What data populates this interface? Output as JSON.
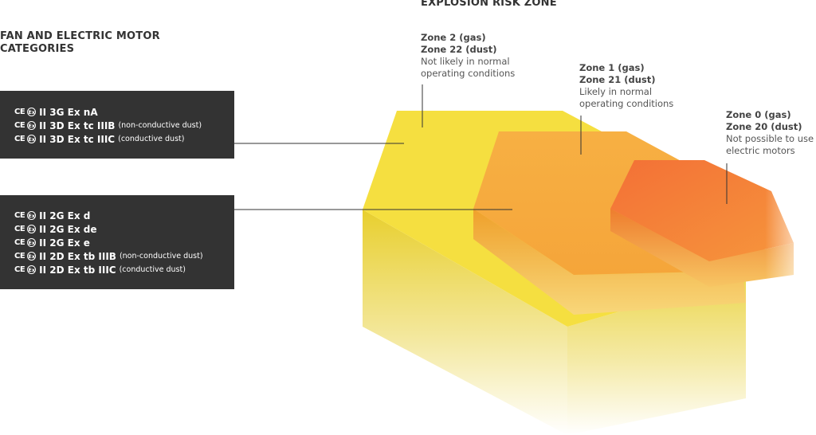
{
  "headings": {
    "left": "FAN AND ELECTRIC MOTOR CATEGORIES",
    "right": "EXPLOSION RISK ZONE"
  },
  "marks": {
    "ce": "CE",
    "ex": "Ex"
  },
  "categories": {
    "group1": [
      {
        "code": "II 3G Ex nA",
        "note": ""
      },
      {
        "code": "II 3D Ex tc IIIB",
        "note": "(non-conductive dust)"
      },
      {
        "code": "II 3D Ex tc IIIC",
        "note": "(conductive dust)"
      }
    ],
    "group2": [
      {
        "code": "II 2G Ex d",
        "note": ""
      },
      {
        "code": "II 2G Ex de",
        "note": ""
      },
      {
        "code": "II 2G Ex e",
        "note": ""
      },
      {
        "code": "II 2D Ex tb IIIB",
        "note": "(non-conductive dust)"
      },
      {
        "code": "II 2D Ex tb IIIC",
        "note": "(conductive dust)"
      }
    ]
  },
  "zones": {
    "zone2": {
      "gas": "Zone 2 (gas)",
      "dust": "Zone 22 (dust)",
      "desc1": "Not likely in normal",
      "desc2": "operating conditions"
    },
    "zone1": {
      "gas": "Zone 1 (gas)",
      "dust": "Zone 21 (dust)",
      "desc1": "Likely in normal",
      "desc2": "operating conditions"
    },
    "zone0": {
      "gas": "Zone 0 (gas)",
      "dust": "Zone 20 (dust)",
      "desc1": "Not possible to use",
      "desc2": "electric motors"
    }
  },
  "colors": {
    "zone2": "#f5df40",
    "zone1": "#f6ab3c",
    "zone0": "#f47b3a",
    "box": "#333333"
  }
}
